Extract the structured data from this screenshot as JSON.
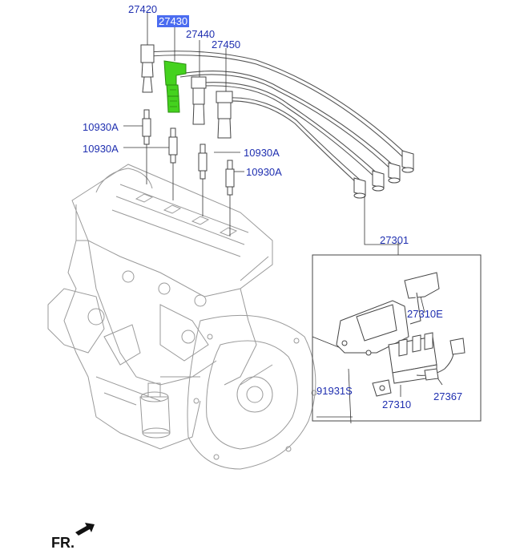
{
  "labels": {
    "p27420": "27420",
    "p27430": "27430",
    "p27440": "27440",
    "p27450": "27450",
    "p10930a_1": "10930A",
    "p10930a_2": "10930A",
    "p10930a_3": "10930A",
    "p10930a_4": "10930A",
    "p27301": "27301",
    "p27310e": "27310E",
    "p91931s": "91931S",
    "p27310": "27310",
    "p27367": "27367"
  },
  "highlight": {
    "part": "27430",
    "color": "#44d21e"
  },
  "accent_color": "#1f2fb0",
  "direction": {
    "label": "FR.",
    "icon": "front-arrow-icon"
  }
}
